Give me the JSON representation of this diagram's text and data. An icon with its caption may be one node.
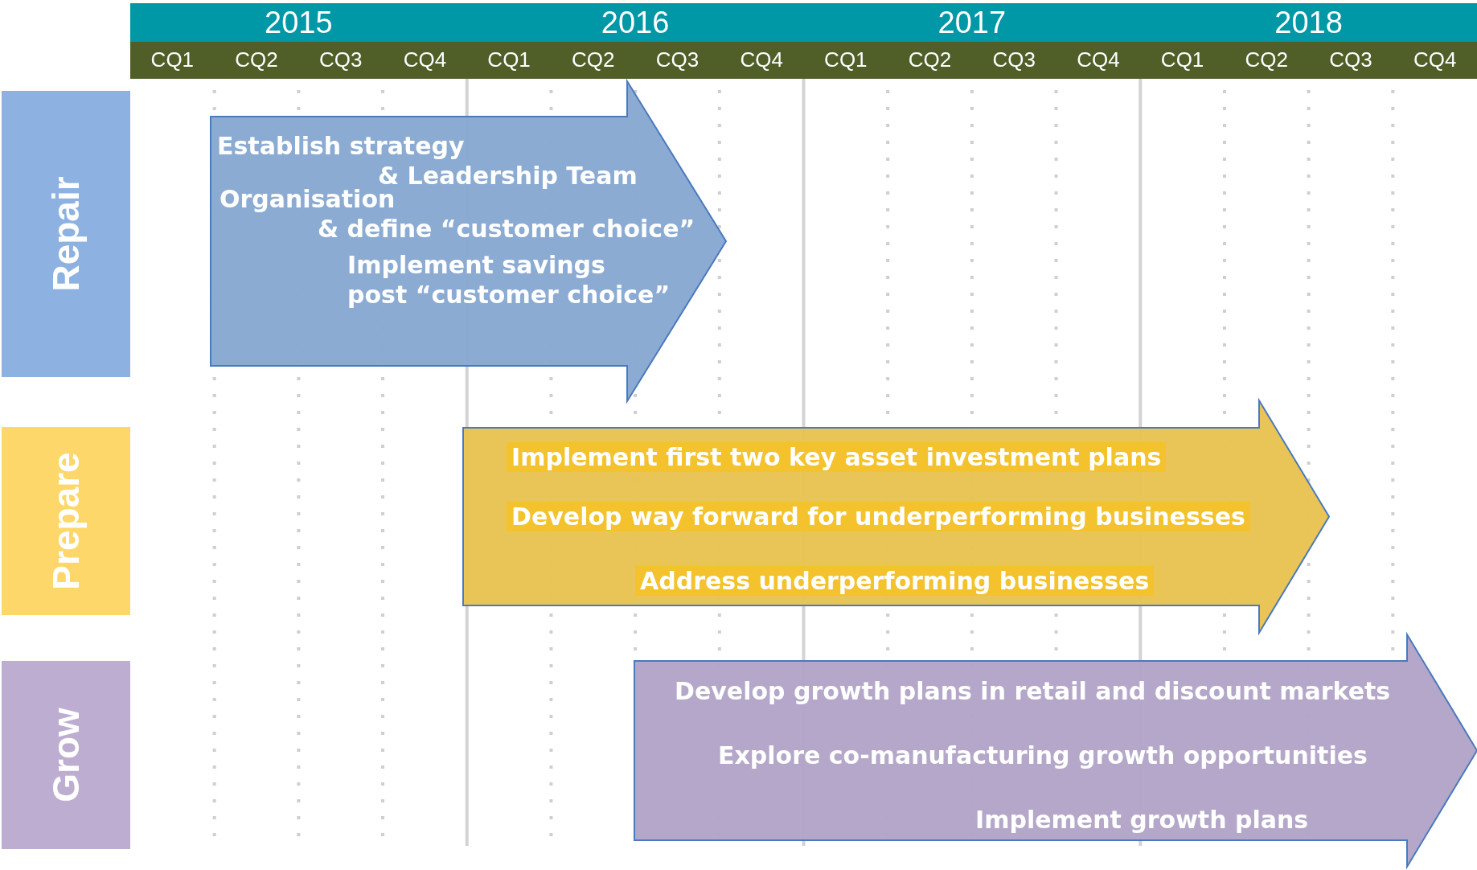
{
  "diagram": {
    "nodes": [
      {
        "text": [
          "Repair"
        ]
      },
      {
        "text": [
          "Establish strategy & Leadership Team",
          "Organisation & define “customer choice”",
          "Implement savings post “customer choice”"
        ]
      },
      {
        "text": [
          "Prepare"
        ]
      },
      {
        "text": [
          "Implement first two key asset investment plans",
          "Develop way forward for underperforming businesses",
          "Address underperforming businesses"
        ]
      },
      {
        "text": [
          "Grow"
        ]
      },
      {
        "text": [
          "Develop growth plans in retail and discount markets",
          "Explore co-manufacturing growth opportunities",
          "Implement growth plans"
        ]
      }
    ],
    "edges": [],
    "labels": [
      "2015",
      "2016",
      "2017",
      "2018",
      "CQ1",
      "CQ2",
      "CQ3",
      "CQ4",
      "CQ1",
      "CQ2",
      "CQ3",
      "CQ4",
      "CQ1",
      "CQ2",
      "CQ3",
      "CQ4",
      "CQ1",
      "CQ2",
      "CQ3",
      "CQ4"
    ]
  }
}
